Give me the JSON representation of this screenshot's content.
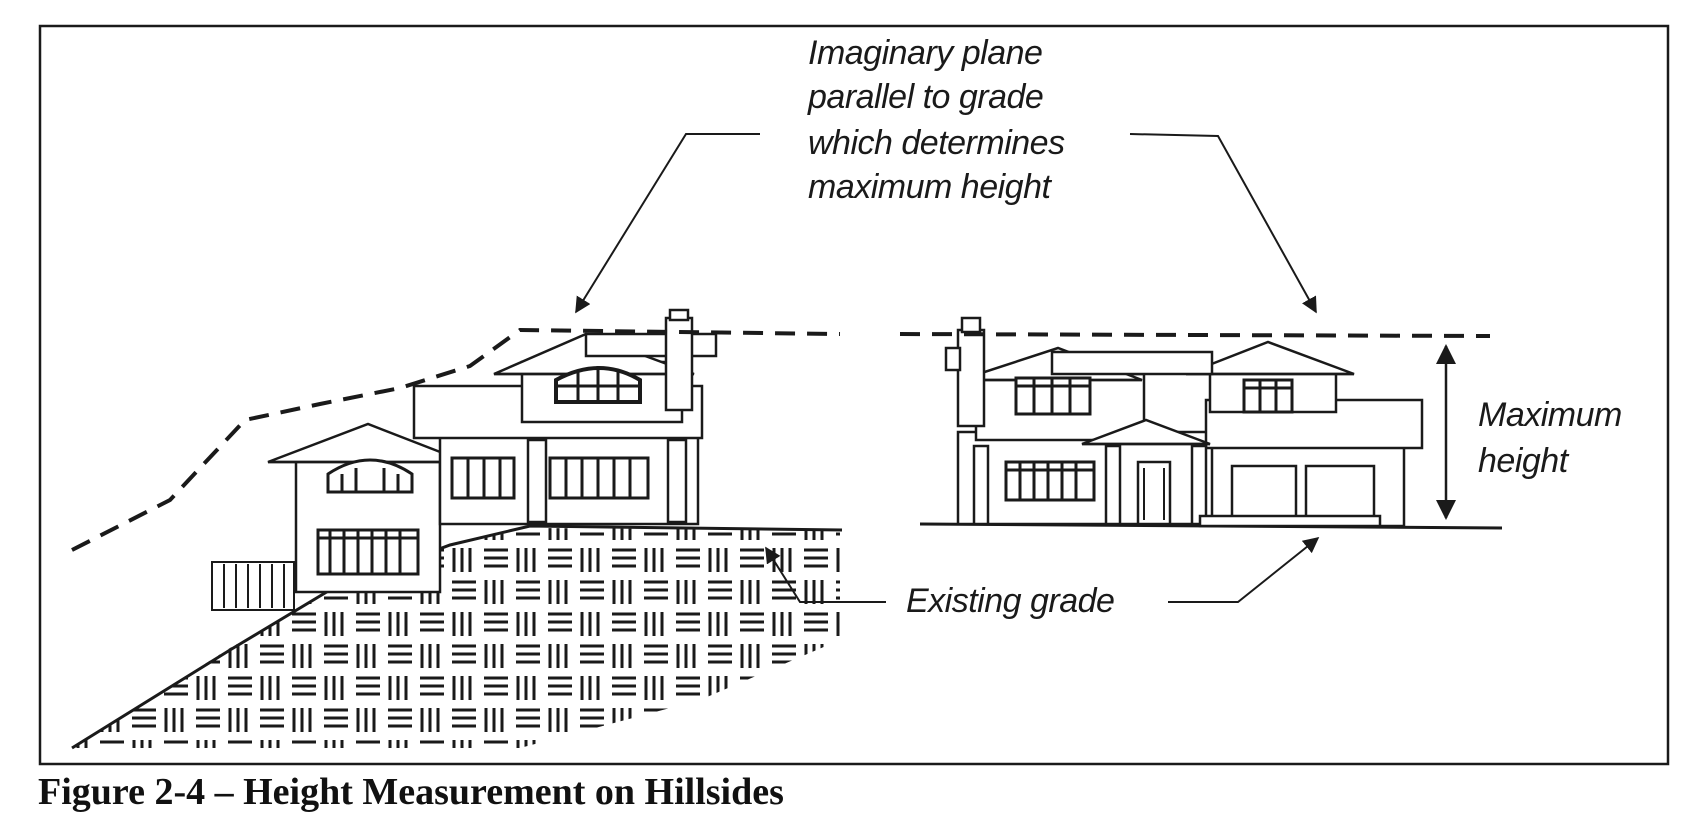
{
  "figure": {
    "caption": "Figure 2-4 – Height Measurement on Hillsides",
    "labels": {
      "plane_line_1": "Imaginary plane",
      "plane_line_2": "parallel to grade",
      "plane_line_3": "which determines",
      "plane_line_4": "maximum height",
      "max_height_line_1": "Maximum",
      "max_height_line_2": "height",
      "existing_grade": "Existing grade"
    },
    "colors": {
      "ink": "#1a1a1a",
      "background": "#ffffff"
    }
  }
}
